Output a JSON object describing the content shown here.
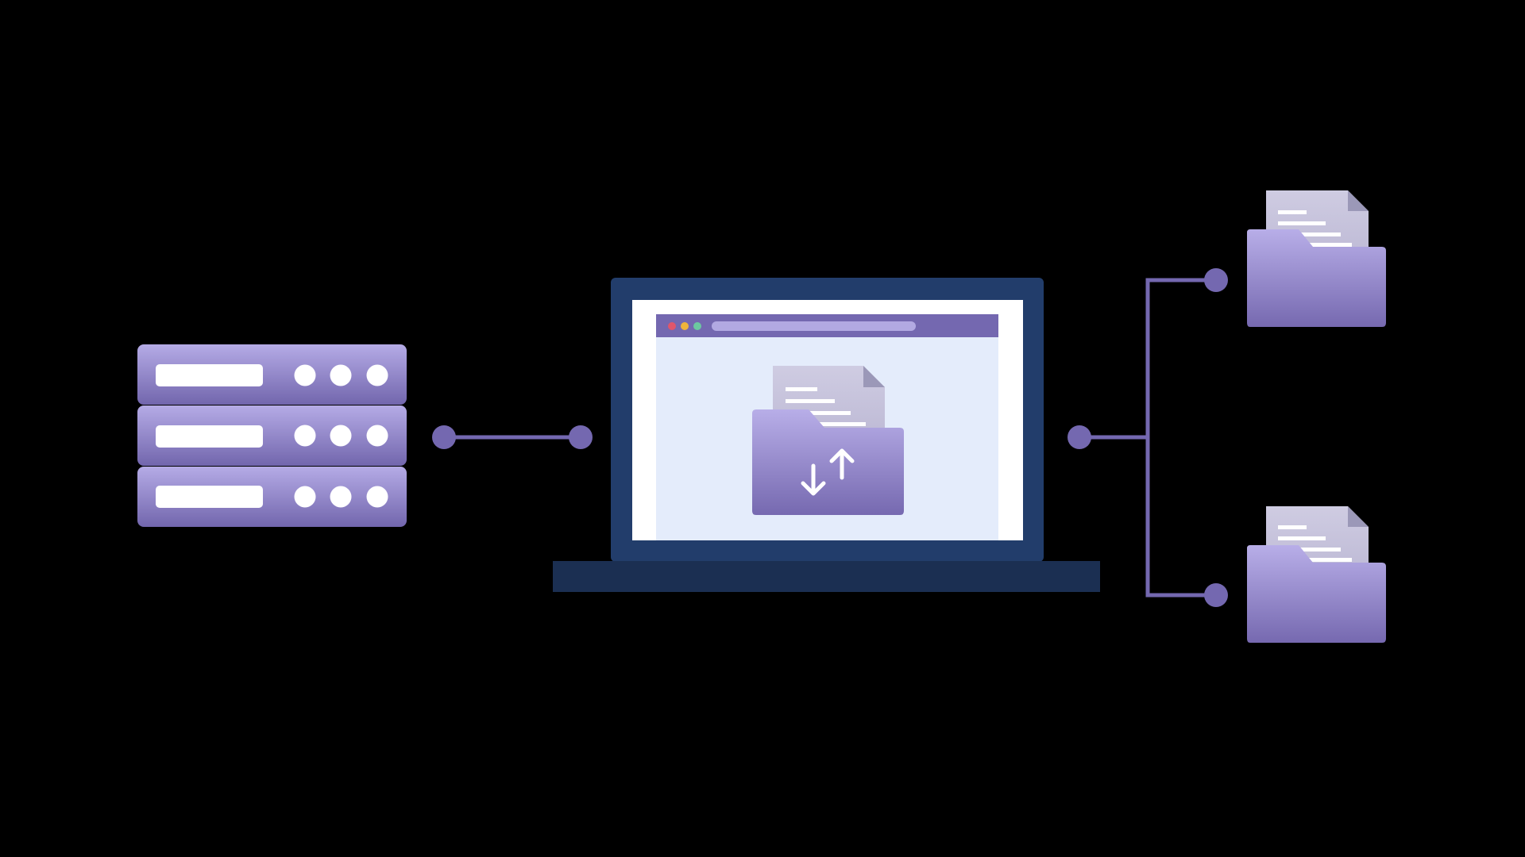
{
  "diagram": {
    "type": "file-transfer-illustration",
    "nodes": [
      {
        "name": "server",
        "icon": "server-rack-icon"
      },
      {
        "name": "laptop",
        "icon": "laptop-icon",
        "screen_icon": "folder-transfer-icon"
      },
      {
        "name": "folder-top",
        "icon": "document-folder-icon"
      },
      {
        "name": "folder-bottom",
        "icon": "document-folder-icon"
      }
    ],
    "edges": [
      {
        "from": "server",
        "to": "laptop"
      },
      {
        "from": "laptop",
        "to": "folder-top"
      },
      {
        "from": "laptop",
        "to": "folder-bottom"
      }
    ]
  },
  "colors": {
    "background": "#000000",
    "accent": "#7468b0",
    "purple_light": "#b5abe6",
    "purple_dark": "#7266ad",
    "laptop_frame": "#223d6b",
    "laptop_base": "#1b2f52",
    "screen_content": "#e4ecfb",
    "document": "#c3c0d9",
    "document_fold": "#9b98b8",
    "window_dot_red": "#e0566b",
    "window_dot_yellow": "#f0b43a",
    "window_dot_green": "#6cc9a0"
  }
}
